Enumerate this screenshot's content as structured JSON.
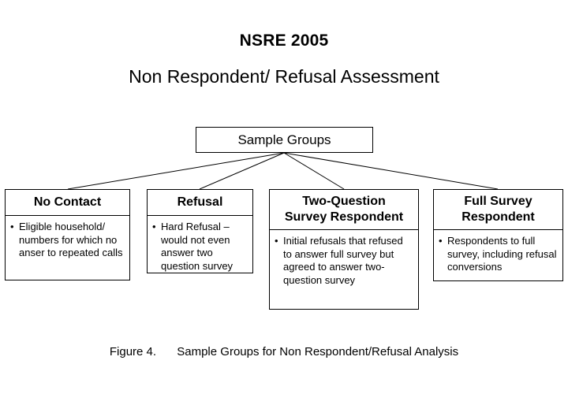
{
  "figure": {
    "title": "NSRE 2005",
    "subtitle": "Non Respondent/ Refusal Assessment",
    "caption_number": "Figure 4.",
    "caption_text": "Sample Groups for Non Respondent/Refusal Analysis",
    "colors": {
      "background": "#ffffff",
      "stroke": "#000000",
      "text": "#000000"
    }
  },
  "diagram": {
    "type": "tree",
    "root": {
      "label": "Sample Groups"
    },
    "children": [
      {
        "header": "No Contact",
        "bullet": "•",
        "body": "Eligible household/ numbers for which no anser to repeated calls"
      },
      {
        "header": "Refusal",
        "bullet": "•",
        "body": "Hard Refusal – would not even answer two question survey"
      },
      {
        "header_line1": "Two-Question",
        "header_line2": "Survey Respondent",
        "bullet": "•",
        "body": "Initial refusals that refused to answer full survey but agreed to answer two-question survey"
      },
      {
        "header_line1": "Full Survey",
        "header_line2": "Respondent",
        "bullet": "•",
        "body": "Respondents to full survey, including refusal conversions"
      }
    ]
  }
}
